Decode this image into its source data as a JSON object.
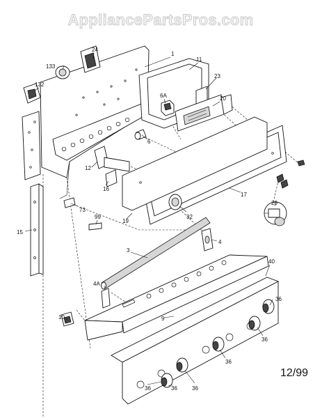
{
  "watermark": "AppliancePartsPros.com",
  "date_code": "12/99",
  "callouts": {
    "c1": "1",
    "c11": "11",
    "c23": "23",
    "c24": "24",
    "c133": "133",
    "c132": "132",
    "c6A": "6A",
    "c20": "20",
    "c6": "6",
    "c12": "12",
    "c16": "16",
    "c17": "17",
    "c29": "29",
    "c73": "73",
    "c99": "99",
    "c15": "15",
    "c19": "19",
    "c32": "32",
    "c3": "3",
    "c4": "4",
    "c40": "40",
    "c4A": "4A",
    "c10": "10",
    "c9": "9",
    "c36a": "36",
    "c36b": "36",
    "c36c": "36",
    "c36d": "36",
    "c36e": "36",
    "c36f": "36"
  }
}
